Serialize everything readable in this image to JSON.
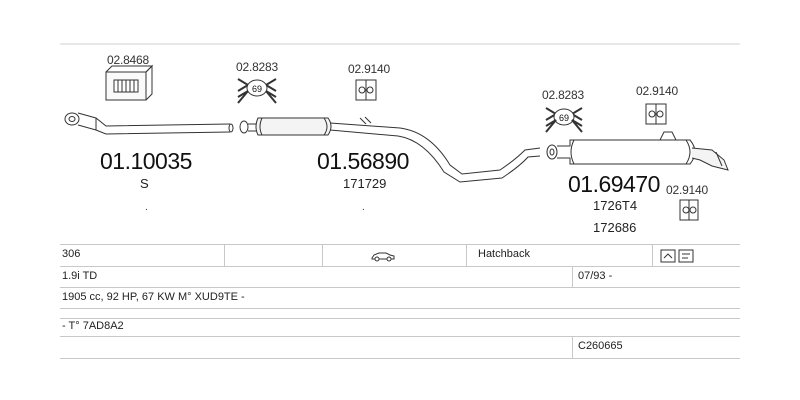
{
  "parts": {
    "clamp_top_left": "02.8468",
    "hanger_1": "02.8283",
    "rubber_1": "02.9140",
    "hanger_2": "02.8283",
    "rubber_2": "02.9140",
    "rubber_3": "02.9140",
    "front_pipe": {
      "number": "01.10035",
      "sub": "S",
      "dot": "."
    },
    "middle_silencer": {
      "number": "01.56890",
      "sub": "171729",
      "dot": "."
    },
    "rear_silencer": {
      "number": "01.69470",
      "sub1": "1726T4",
      "sub2": "172686"
    },
    "hanger_icon_label": "69"
  },
  "table": {
    "model": "306",
    "body": "Hatchback",
    "engine": "1.9i TD",
    "date": "07/93 -",
    "spec": "1905 cc, 92 HP, 67 KW M° XUD9TE -",
    "type": "- T° 7AD8A2",
    "code": "C260665"
  },
  "icons": [
    "car-icon",
    "document-icon"
  ]
}
